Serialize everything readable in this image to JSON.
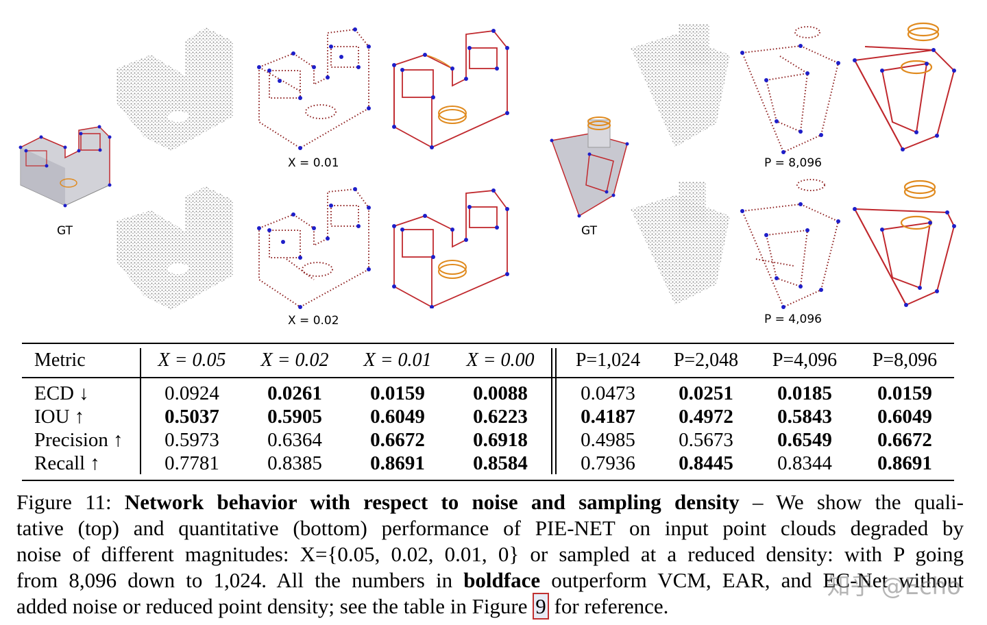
{
  "figure": {
    "labels": {
      "gt_left": "GT",
      "gt_right": "GT",
      "noise_top": "X = 0.01",
      "noise_bottom": "X = 0.02",
      "density_top": "P = 8,096",
      "density_bottom": "P = 4,096"
    },
    "colors": {
      "edge": "#c0282d",
      "corner": "#1e1ec8",
      "curve": "#e08a1e",
      "points": "#8a8a8a",
      "noisy_edge": "#8b1a1a"
    }
  },
  "table": {
    "header": [
      "Metric",
      "X = 0.05",
      "X = 0.02",
      "X = 0.01",
      "X = 0.00",
      "P=1,024",
      "P=2,048",
      "P=4,096",
      "P=8,096"
    ],
    "rows": [
      {
        "metric": "ECD ↓",
        "values": [
          "0.0924",
          "0.0261",
          "0.0159",
          "0.0088",
          "0.0473",
          "0.0251",
          "0.0185",
          "0.0159"
        ],
        "bold": [
          false,
          true,
          true,
          true,
          false,
          true,
          true,
          true
        ]
      },
      {
        "metric": "IOU ↑",
        "values": [
          "0.5037",
          "0.5905",
          "0.6049",
          "0.6223",
          "0.4187",
          "0.4972",
          "0.5843",
          "0.6049"
        ],
        "bold": [
          true,
          true,
          true,
          true,
          true,
          true,
          true,
          true
        ]
      },
      {
        "metric": "Precision ↑",
        "values": [
          "0.5973",
          "0.6364",
          "0.6672",
          "0.6918",
          "0.4985",
          "0.5673",
          "0.6549",
          "0.6672"
        ],
        "bold": [
          false,
          false,
          true,
          true,
          false,
          false,
          true,
          true
        ]
      },
      {
        "metric": "Recall ↑",
        "values": [
          "0.7781",
          "0.8385",
          "0.8691",
          "0.8584",
          "0.7936",
          "0.8445",
          "0.8344",
          "0.8691"
        ],
        "bold": [
          false,
          false,
          true,
          true,
          false,
          true,
          false,
          true
        ]
      }
    ]
  },
  "caption": {
    "figure_label": "Figure 11:",
    "title": "Network behavior with respect to noise and sampling density",
    "line1_rest": " – We show the quali-",
    "line2": "tative (top) and quantitative (bottom) performance of PIE-NET on input point clouds degraded by",
    "line3": "noise of different magnitudes: X={0.05, 0.02, 0.01, 0} or sampled at a reduced density: with P going",
    "line4a": "from 8,096 down to 1,024. All the numbers in ",
    "line4_bold": "boldface",
    "line4b": " outperform VCM, EAR, and EC-Net without",
    "line5a": "added noise or reduced point density; see the table in Figure ",
    "line5_ref": "9",
    "line5b": " for reference."
  },
  "watermark": "知乎 @Echo"
}
